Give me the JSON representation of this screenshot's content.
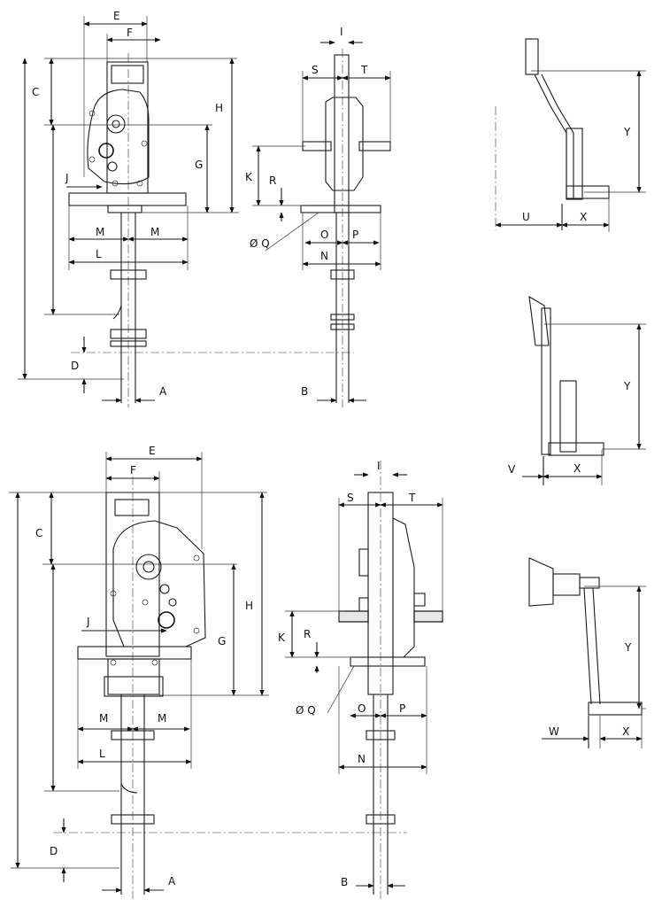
{
  "labels": {
    "A": "A",
    "B": "B",
    "C": "C",
    "D": "D",
    "E": "E",
    "F": "F",
    "G": "G",
    "H": "H",
    "I": "I",
    "J": "J",
    "K": "K",
    "L": "L",
    "M": "M",
    "N": "N",
    "O": "O",
    "P": "P",
    "Q": "Ø Q",
    "R": "R",
    "S": "S",
    "T": "T",
    "U": "U",
    "V": "V",
    "W": "W",
    "X": "X",
    "Y": "Y"
  }
}
